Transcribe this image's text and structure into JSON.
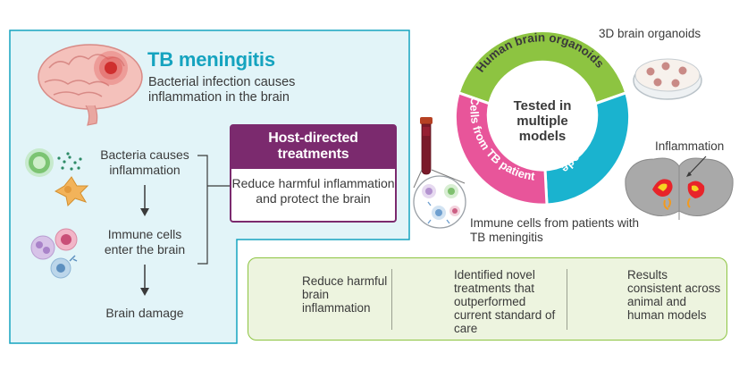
{
  "left": {
    "title": "TB meningitis",
    "subtitle": "Bacterial infection causes inflammation in the brain",
    "steps": [
      "Bacteria causes inflammation",
      "Immune cells enter the brain",
      "Brain damage"
    ]
  },
  "treatment": {
    "header": "Host-directed treatments",
    "body": "Reduce harmful inflammation and protect the brain"
  },
  "models": {
    "center": "Tested in multiple models",
    "segments": [
      "Human brain organoids",
      "Mouse models",
      "Cells from TB patients"
    ],
    "organoids_label": "3D brain organoids",
    "inflammation_label": "Inflammation",
    "immune_label": "Immune cells from patients with TB meningitis"
  },
  "results": [
    {
      "text": "Reduce harmful brain inflammation",
      "icon": "brain-icon"
    },
    {
      "text": "Identified novel treatments that outperformed current standard of care",
      "icon": "magnifier-icon"
    },
    {
      "text": "Results consistent across animal and human models",
      "icon": "people-icon"
    }
  ],
  "colors": {
    "teal": "#15a3bf",
    "panel_fill": "#e2f4f8",
    "purple": "#7b2a6e",
    "green": "#8dc441",
    "pink": "#e8559a",
    "cyan": "#1ab3cf",
    "results_fill": "#edf4df"
  }
}
